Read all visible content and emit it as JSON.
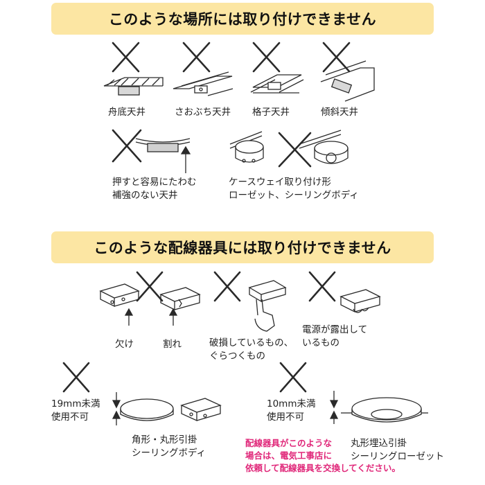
{
  "section1": {
    "title": "このような場所には取り付けできません",
    "labels": {
      "funazoko": "舟底天井",
      "saobuchi": "さおぶち天井",
      "koshi": "格子天井",
      "keisha": "傾斜天井",
      "oshi": [
        "押すと容易にたわむ",
        "補強のない天井"
      ],
      "casement": [
        "ケースウェイ取り付け形",
        "ローゼット、シーリングボディ"
      ]
    }
  },
  "section2": {
    "title": "このような配線器具には取り付けできません",
    "labels": {
      "kake": "欠け",
      "ware": "割れ",
      "haison": [
        "破損しているもの、",
        "ぐらつくもの"
      ],
      "dengen": [
        "電源が露出して",
        "いるもの"
      ],
      "dim1": [
        "19mm未満",
        "使用不可"
      ],
      "kakugata": [
        "角形・丸形引掛",
        "シーリングボディ"
      ],
      "dim2": [
        "10mm未満",
        "使用不可"
      ],
      "marugata": [
        "丸形埋込引掛",
        "シーリングローゼット"
      ]
    },
    "note": [
      "配線器具がこのような",
      "場合は、電気工事店に",
      "依頼して配線器具を交換してください。"
    ]
  },
  "colors": {
    "banner": "#fce6a3",
    "note": "#e0287a",
    "line": "#2a2a2a"
  }
}
